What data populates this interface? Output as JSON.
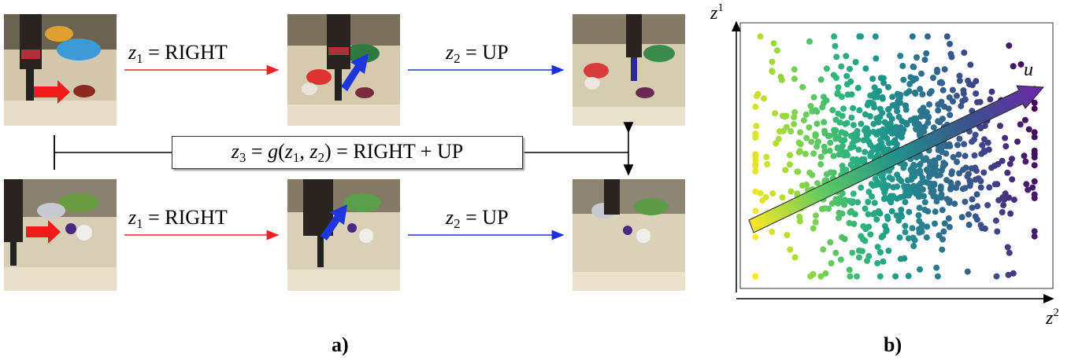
{
  "panel_a": {
    "caption": "a)",
    "row1": {
      "label1": {
        "var": "z",
        "sub": "1",
        "rhs": "= RIGHT"
      },
      "label2": {
        "var": "z",
        "sub": "2",
        "rhs": "= UP"
      }
    },
    "row2": {
      "label1": {
        "var": "z",
        "sub": "1",
        "rhs": "= RIGHT"
      },
      "label2": {
        "var": "z",
        "sub": "2",
        "rhs": "= UP"
      }
    },
    "composition": {
      "lhs_var": "z",
      "lhs_sub": "3",
      "eq1": "=",
      "func": "g",
      "open": "(",
      "arg1_var": "z",
      "arg1_sub": "1",
      "comma": ",",
      "arg2_var": "z",
      "arg2_sub": "2",
      "close": ")",
      "rhs": "= RIGHT + UP"
    },
    "colors": {
      "right_arrow": "#e8242a",
      "up_arrow": "#1f2fd6",
      "image_arrow_red": "#f21b1b",
      "image_arrow_blue": "#1e36e0"
    }
  },
  "panel_b": {
    "caption": "b)",
    "y_axis": {
      "base": "z",
      "sup": "1"
    },
    "x_axis": {
      "base": "z",
      "sup": "2"
    },
    "direction_label": "u"
  },
  "chart_data": {
    "type": "scatter",
    "colormap": "viridis",
    "color_by": "projection onto direction u",
    "n_points": 900,
    "xlim": [
      0,
      1
    ],
    "ylim": [
      0,
      1
    ],
    "grid": false,
    "xlabel": "z^2",
    "ylabel": "z^1",
    "arrow": {
      "label": "u",
      "from": [
        0.04,
        0.27
      ],
      "to": [
        0.97,
        0.9
      ]
    }
  }
}
